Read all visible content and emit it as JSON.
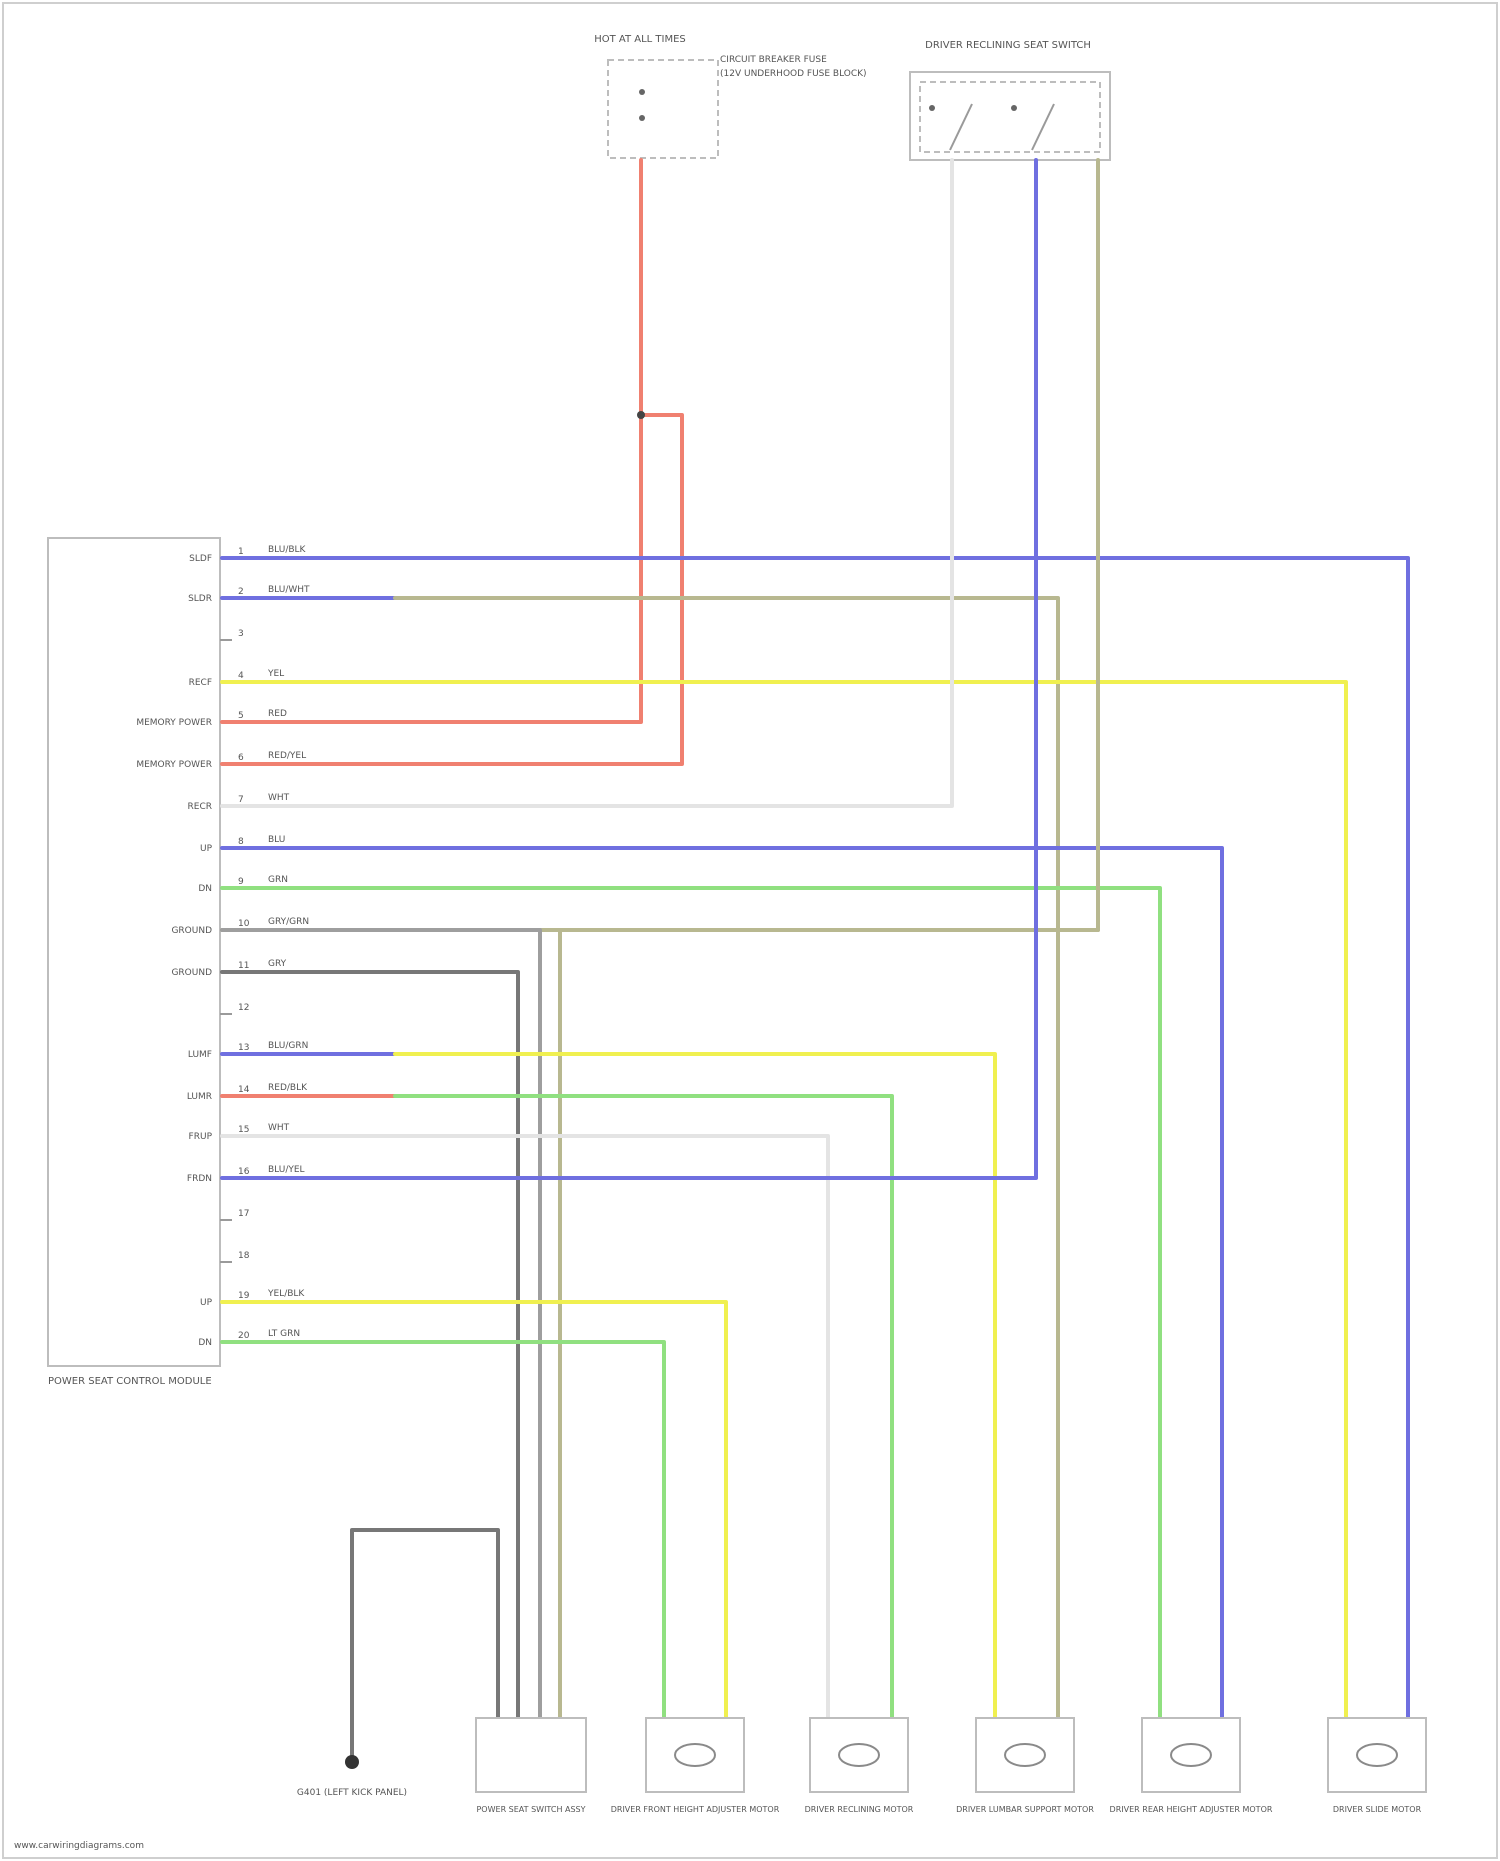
{
  "diagram": {
    "header_label": "HOT AT ALL TIMES",
    "fuse_label": "CIRCUIT BREAKER FUSE",
    "fuse_note": "(12V UNDERHOOD FUSE BLOCK)",
    "power_switch_label": "DRIVER RECLINING SEAT SWITCH",
    "module_label": "POWER SEAT CONTROL MODULE",
    "ground_label": "G401 (LEFT KICK PANEL)",
    "component_labels": [
      "POWER SEAT SWITCH ASSY",
      "DRIVER FRONT HEIGHT ADJUSTER MOTOR",
      "DRIVER RECLINING MOTOR",
      "DRIVER LUMBAR SUPPORT MOTOR",
      "DRIVER REAR HEIGHT ADJUSTER MOTOR",
      "DRIVER SLIDE MOTOR"
    ],
    "footer": "www.carwiringdiagrams.com"
  },
  "pins": [
    {
      "num": "1",
      "func": "SLDF",
      "wire": "BLU/BLK"
    },
    {
      "num": "2",
      "func": "SLDR",
      "wire": "BLU/WHT"
    },
    {
      "num": "3",
      "func": "",
      "wire": ""
    },
    {
      "num": "4",
      "func": "RECF",
      "wire": "YEL"
    },
    {
      "num": "5",
      "func": "MEMORY POWER",
      "wire": "RED"
    },
    {
      "num": "6",
      "func": "MEMORY POWER",
      "wire": "RED/YEL"
    },
    {
      "num": "7",
      "func": "RECR",
      "wire": "WHT"
    },
    {
      "num": "8",
      "func": "UP",
      "wire": "BLU"
    },
    {
      "num": "9",
      "func": "DN",
      "wire": "GRN"
    },
    {
      "num": "10",
      "func": "GROUND",
      "wire": "GRY/GRN"
    },
    {
      "num": "11",
      "func": "GROUND",
      "wire": "GRY"
    },
    {
      "num": "12",
      "func": "",
      "wire": ""
    },
    {
      "num": "13",
      "func": "LUMF",
      "wire": "BLU/GRN"
    },
    {
      "num": "14",
      "func": "LUMR",
      "wire": "RED/BLK"
    },
    {
      "num": "15",
      "func": "FRUP",
      "wire": "WHT"
    },
    {
      "num": "16",
      "func": "FRDN",
      "wire": "BLU/YEL"
    },
    {
      "num": "17",
      "func": "",
      "wire": ""
    },
    {
      "num": "18",
      "func": "",
      "wire": ""
    },
    {
      "num": "19",
      "func": "UP",
      "wire": "YEL/BLK"
    },
    {
      "num": "20",
      "func": "DN",
      "wire": "LT GRN"
    }
  ],
  "wire_colors": {
    "red": "#f08070",
    "blue": "#6f6fe0",
    "yellow": "#f0f050",
    "green": "#90e080",
    "olive": "#b8b890",
    "white": "#e4e4e4",
    "gray": "#9e9e9e",
    "dark_gray": "#777777"
  }
}
